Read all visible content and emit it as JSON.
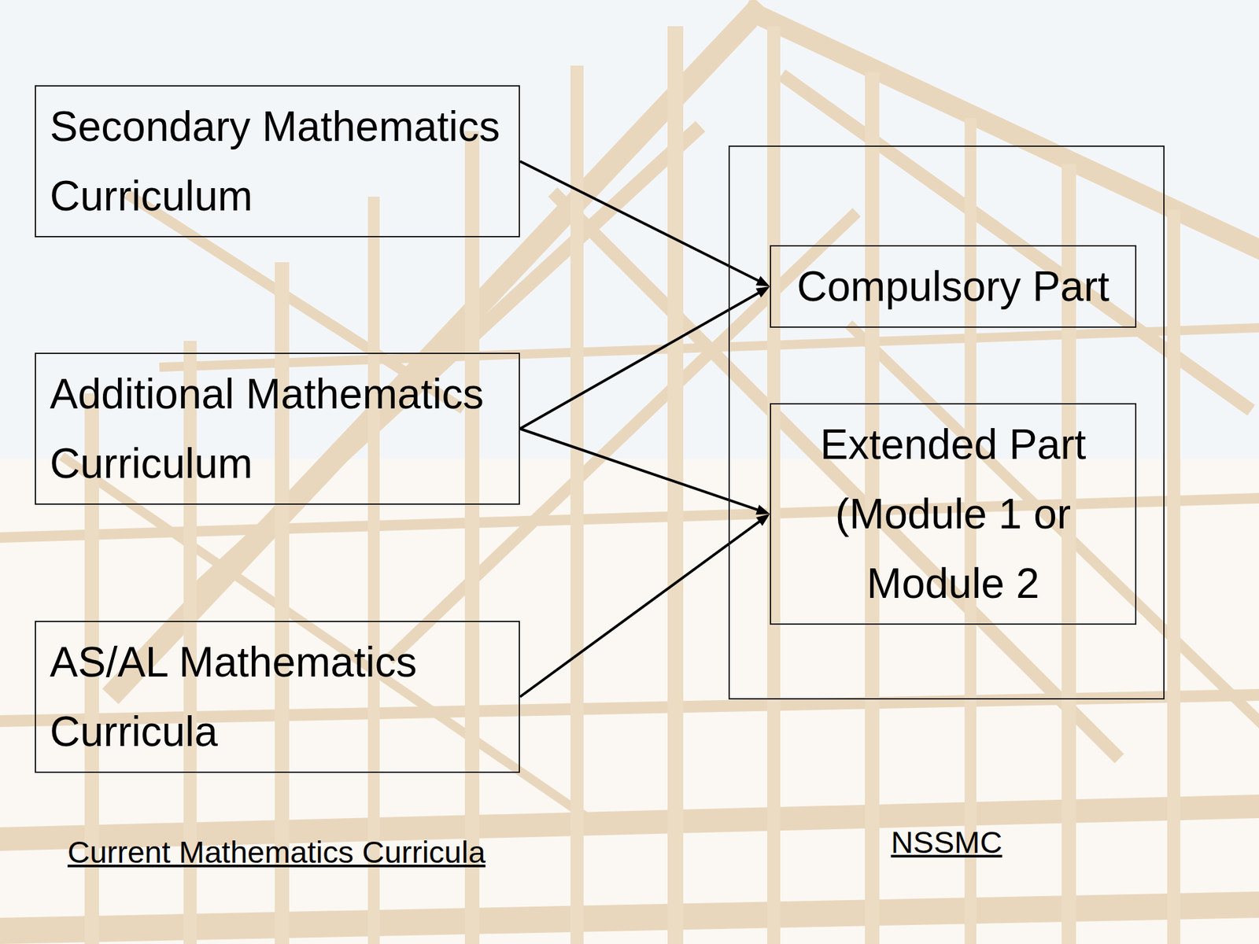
{
  "diagram": {
    "nodes": [
      {
        "text": [
          "Secondary Mathematics Curriculum"
        ]
      },
      {
        "text": [
          "Additional Mathematics Curriculum"
        ]
      },
      {
        "text": [
          "AS/AL Mathematics Curricula"
        ]
      },
      {
        "text": [
          "NSSMC"
        ]
      },
      {
        "text": [
          "Compulsory Part"
        ],
        "in": 3
      },
      {
        "text": [
          "Extended Part (Module 1 or Module 2"
        ],
        "in": 3
      }
    ],
    "edges": [
      {
        "from": 0,
        "to": 4,
        "arrow": "to"
      },
      {
        "from": 1,
        "to": 4,
        "arrow": "to"
      },
      {
        "from": 1,
        "to": 5,
        "arrow": "to"
      },
      {
        "from": 2,
        "to": 5,
        "arrow": "to"
      }
    ],
    "labels": [
      "Current Mathematics Curricula"
    ]
  }
}
